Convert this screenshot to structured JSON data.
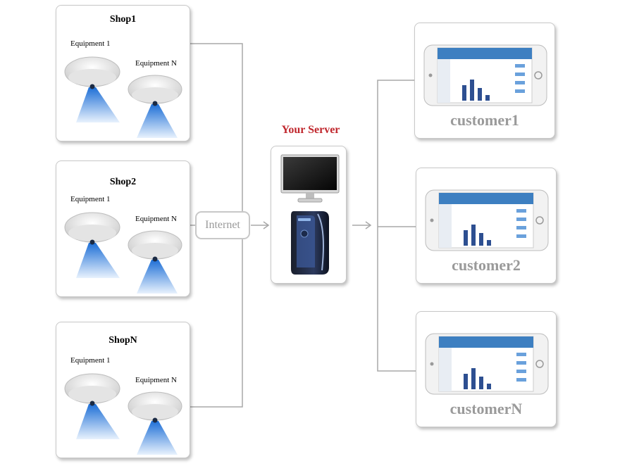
{
  "shops": [
    {
      "title": "Shop1",
      "equipment_first": "Equipment 1",
      "equipment_last": "Equipment N"
    },
    {
      "title": "Shop2",
      "equipment_first": "Equipment 1",
      "equipment_last": "Equipment N"
    },
    {
      "title": "ShopN",
      "equipment_first": "Equipment 1",
      "equipment_last": "Equipment N"
    }
  ],
  "internet_label": "Internet",
  "server_label": "Your Server",
  "customers": [
    {
      "label": "customer1"
    },
    {
      "label": "customer2"
    },
    {
      "label": "customerN"
    }
  ],
  "colors": {
    "server_label": "#c0272d",
    "customer_label": "#9a9a9a",
    "connector": "#a8a8a8",
    "beam": "#4a90e2"
  }
}
